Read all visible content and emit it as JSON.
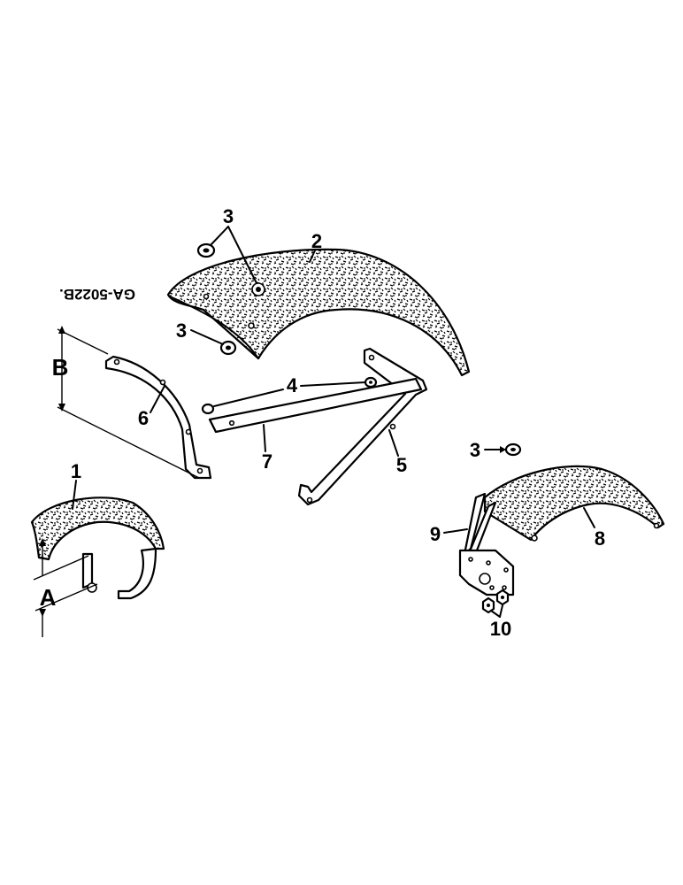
{
  "drawing_code": "GA-5022B.",
  "callouts": {
    "p1": "1",
    "p2": "2",
    "p3a": "3",
    "p3b": "3",
    "p3c": "3",
    "p4": "4",
    "p5": "5",
    "p6": "6",
    "p7": "7",
    "p8": "8",
    "p9": "9",
    "p10": "10"
  },
  "dimensions": {
    "a": "A",
    "b": "B"
  }
}
